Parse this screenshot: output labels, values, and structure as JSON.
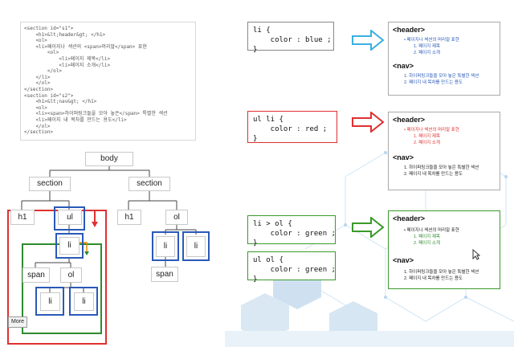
{
  "code": {
    "lines": [
      "<section id=\"s1\">",
      "    <h1>&lt;header&gt; </h1>",
      "    <ol>",
      "    <li>페이지나 섹션의 <span>머리말</span> 표현",
      "        <ol>",
      "            <li>페이지 제목</li>",
      "            <li>페이지 소개</li>",
      "        </ol>",
      "    </li>",
      "    </ol>",
      "</section>",
      "<section id=\"s2\">",
      "    <h1>&lt;nav&gt; </h1>",
      "    <ol>",
      "    <li><span>하이퍼링크들을 모아 놓은</span> 특별한 섹션",
      "    <li>페이지 내 목차를 만드는 용도</li>",
      "    </ol>",
      "</section>"
    ]
  },
  "tree": {
    "body": "body",
    "section": "section",
    "h1": "h1",
    "ul": "ul",
    "ol": "ol",
    "li": "li",
    "span": "span",
    "more": "More"
  },
  "rules": {
    "r1": "li {\n    color : blue ;\n}",
    "r2": "ul li {\n    color : red ;\n}",
    "r3": "li > ol {\n    color : green ;\n}",
    "r4": "ul ol {\n    color : green ;\n}"
  },
  "results": {
    "header": "<header>",
    "nav": "<nav>",
    "item1": "페이지나 섹션의 머리말 표현",
    "sub1": "1. 페이지 제목",
    "sub2": "2. 페이지 소개",
    "nav1": "1. 하이퍼링크들을 모아 놓은 특별한 섹션",
    "nav2": "2. 페이지 내 목차를 만드는 용도"
  },
  "colors": {
    "blue": "#2a59b8",
    "red": "#e03030",
    "green": "#2f8a2f",
    "arrowBlue": "#3ab0e0",
    "arrowRed": "#e03030",
    "arrowGreen": "#3a9a2a"
  }
}
